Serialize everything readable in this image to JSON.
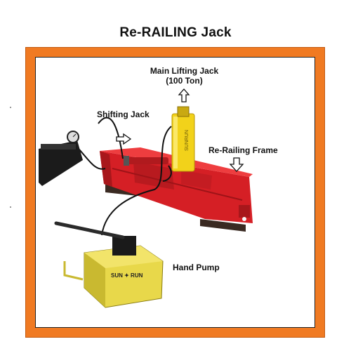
{
  "title": "Re-RAILING Jack",
  "labels": {
    "main_jack_line1": "Main Lifting Jack",
    "main_jack_line2": "(100 Ton)",
    "shifting_jack": "Shifting Jack",
    "rerailing_frame": "Re-Railing Frame",
    "hand_pump": "Hand Pump"
  },
  "pump_brand": "SUN ✦ RUN",
  "jack_brand": "SUNRUN",
  "colors": {
    "border": "#f07a22",
    "frame_red": "#e0242a",
    "jack_yellow": "#f2d21a",
    "pump_yellow": "#e8d84a"
  }
}
